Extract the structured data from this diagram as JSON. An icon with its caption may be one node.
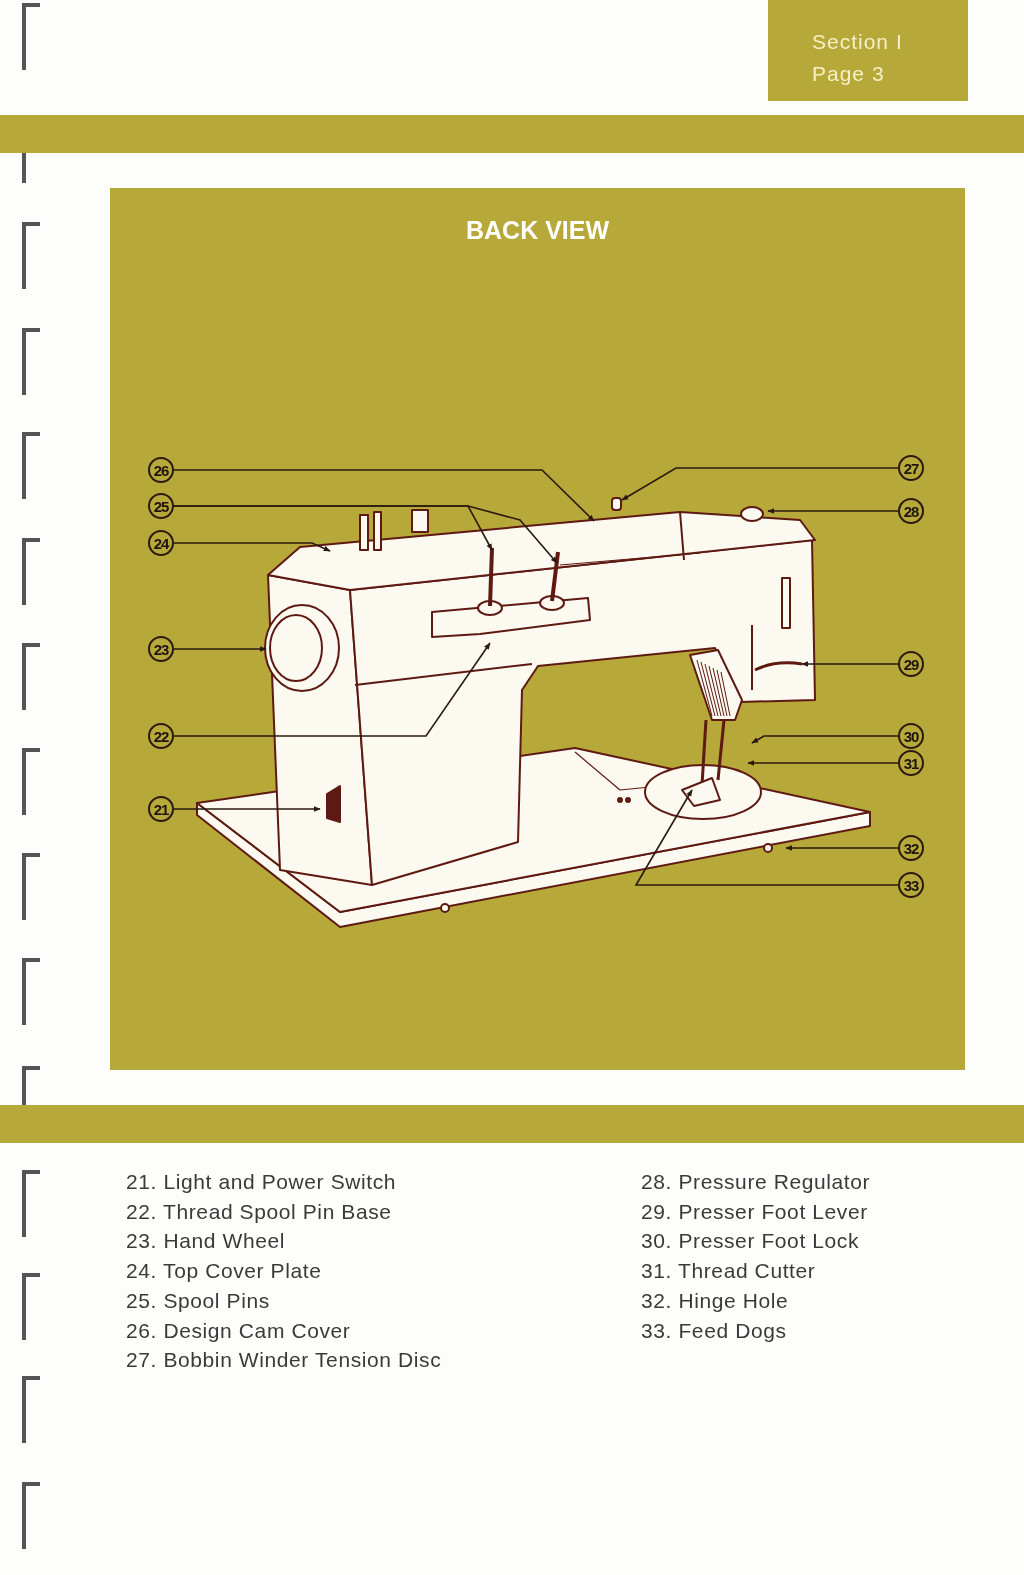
{
  "diagram": {
    "title": "BACK VIEW",
    "nodes": [
      {
        "text": [
          "26"
        ]
      },
      {
        "text": [
          "25"
        ]
      },
      {
        "text": [
          "24"
        ]
      },
      {
        "text": [
          "23"
        ]
      },
      {
        "text": [
          "22"
        ]
      },
      {
        "text": [
          "21"
        ]
      },
      {
        "text": [
          "27"
        ]
      },
      {
        "text": [
          "28"
        ]
      },
      {
        "text": [
          "29"
        ]
      },
      {
        "text": [
          "30"
        ]
      },
      {
        "text": [
          "31"
        ]
      },
      {
        "text": [
          "32"
        ]
      },
      {
        "text": [
          "33"
        ]
      }
    ],
    "edges": [
      {
        "from": 0,
        "to": null,
        "arrow": "to"
      },
      {
        "from": 1,
        "to": null,
        "arrow": "to"
      },
      {
        "from": 1,
        "to": null,
        "arrow": "to"
      },
      {
        "from": 2,
        "to": null,
        "arrow": "to"
      },
      {
        "from": 3,
        "to": null,
        "arrow": "to"
      },
      {
        "from": 4,
        "to": null,
        "arrow": "to"
      },
      {
        "from": 5,
        "to": null,
        "arrow": "to"
      },
      {
        "from": 6,
        "to": null,
        "arrow": "to"
      },
      {
        "from": 7,
        "to": null,
        "arrow": "to"
      },
      {
        "from": 8,
        "to": null,
        "arrow": "to"
      },
      {
        "from": 9,
        "to": null,
        "arrow": "to"
      },
      {
        "from": 10,
        "to": null,
        "arrow": "to"
      },
      {
        "from": 11,
        "to": null,
        "arrow": "to"
      },
      {
        "from": 12,
        "to": null,
        "arrow": "to"
      }
    ],
    "labels": [
      "Section I",
      "Page 3",
      "21. Light and Power Switch",
      "22. Thread Spool Pin Base",
      "23. Hand Wheel",
      "24. Top Cover Plate",
      "25. Spool Pins",
      "26. Design Cam Cover",
      "27. Bobbin Winder Tension Disc",
      "28. Pressure Regulator",
      "29. Presser Foot Lever",
      "30. Presser Foot Lock",
      "31. Thread Cutter",
      "32. Hinge Hole",
      "33. Feed Dogs"
    ]
  }
}
